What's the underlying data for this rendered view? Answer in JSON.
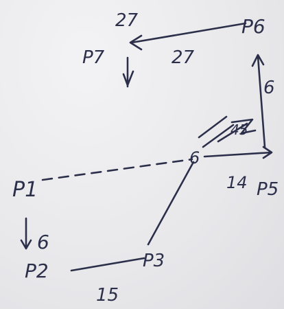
{
  "points": {
    "p1": "P1",
    "p2": "P2",
    "p3": "P3",
    "p4": "6",
    "p5": "P5",
    "p6": "P6",
    "p7": "P7"
  },
  "distances": {
    "p1_p2": "6",
    "p2_p3": "15",
    "p4_p5": "14",
    "p5_p6": "6",
    "p6_p7": "27",
    "p6_p7_top": "27"
  },
  "angle_label": "45",
  "colors": {
    "paper": "#e9e9ec",
    "ink": "#2c2f4a"
  }
}
